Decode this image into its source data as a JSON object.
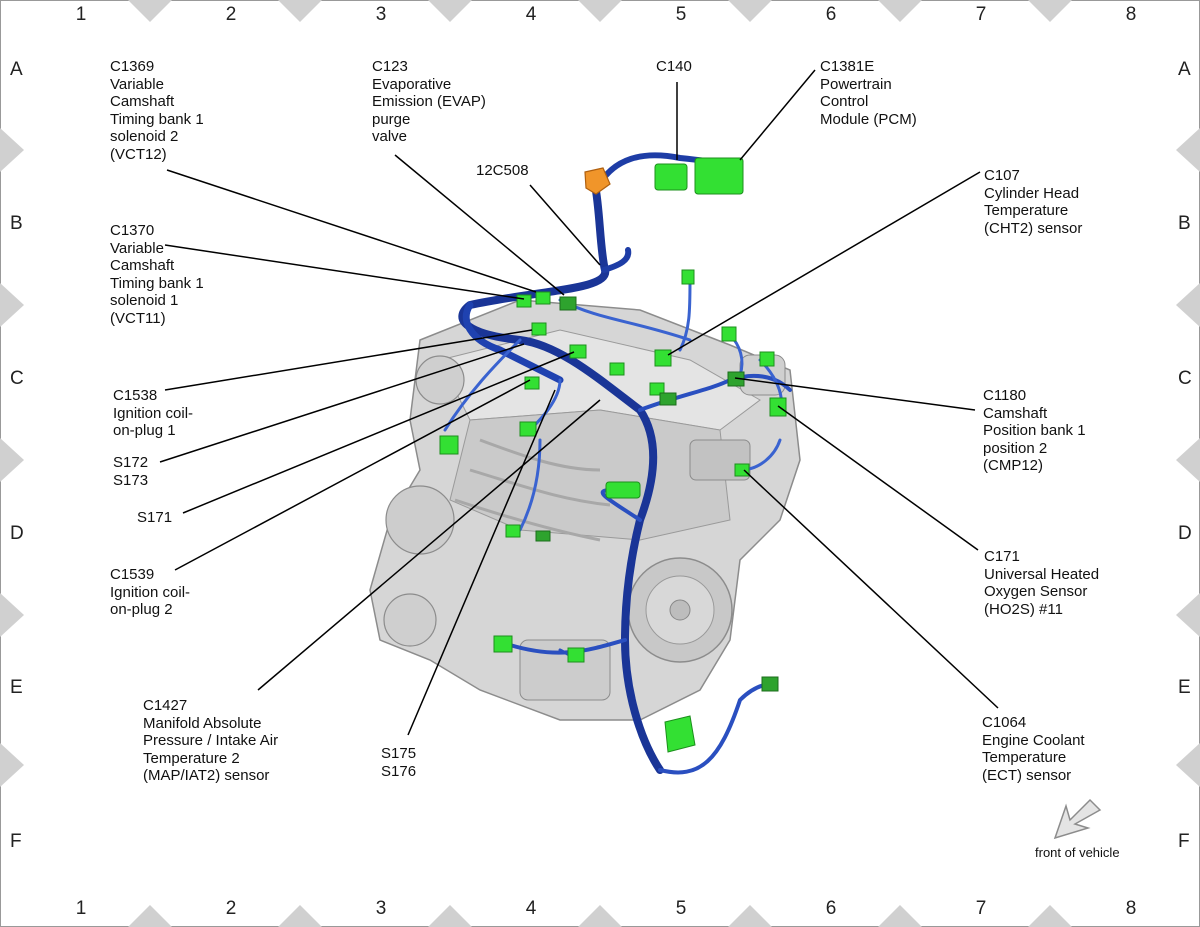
{
  "grid": {
    "columns": [
      "1",
      "2",
      "3",
      "4",
      "5",
      "6",
      "7",
      "8"
    ],
    "rows": [
      "A",
      "B",
      "C",
      "D",
      "E",
      "F"
    ]
  },
  "callouts": {
    "c1369": [
      "C1369",
      "Variable",
      "Camshaft",
      "Timing bank 1",
      "solenoid 2",
      "(VCT12)"
    ],
    "c123": [
      "C123",
      "Evaporative",
      "Emission (EVAP)",
      "purge",
      "valve"
    ],
    "c140": [
      "C140"
    ],
    "c1381e": [
      "C1381E",
      "Powertrain",
      "Control",
      "Module (PCM)"
    ],
    "c12c508": [
      "12C508"
    ],
    "c107": [
      "C107",
      "Cylinder Head",
      "Temperature",
      "(CHT2) sensor"
    ],
    "c1370": [
      "C1370",
      "Variable",
      "Camshaft",
      "Timing bank 1",
      "solenoid 1",
      "(VCT11)"
    ],
    "c1538": [
      "C1538",
      "Ignition coil-",
      "on-plug 1"
    ],
    "s172": [
      "S172",
      "S173"
    ],
    "s171": [
      "S171"
    ],
    "c1539": [
      "C1539",
      "Ignition coil-",
      "on-plug 2"
    ],
    "c1427": [
      "C1427",
      "Manifold Absolute",
      "Pressure / Intake Air",
      "Temperature 2",
      "(MAP/IAT2) sensor"
    ],
    "s175": [
      "S175",
      "S176"
    ],
    "c1180": [
      "C1180",
      "Camshaft",
      "Position bank 1",
      "position 2",
      "(CMP12)"
    ],
    "c171": [
      "C171",
      "Universal Heated",
      "Oxygen Sensor",
      "(HO2S) #11"
    ],
    "c1064": [
      "C1064",
      "Engine Coolant",
      "Temperature",
      "(ECT) sensor"
    ]
  },
  "orientation": {
    "label": "front of vehicle"
  },
  "colors": {
    "harness": "#1f3fa8",
    "connector": "#33e033",
    "engine": "#d4d4d4",
    "pcm_connector": "#f0952a"
  }
}
